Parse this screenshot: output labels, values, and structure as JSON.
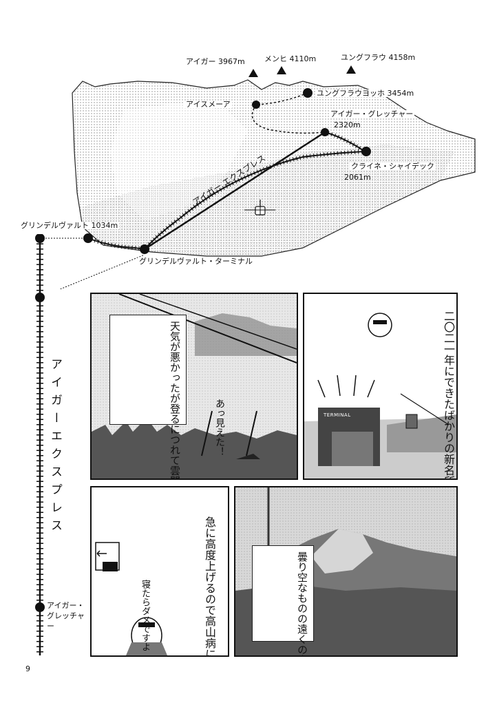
{
  "map": {
    "peaks": [
      {
        "label": "アイガー 3967m"
      },
      {
        "label": "メンヒ 4110m"
      },
      {
        "label": "ユングフラウ 4158m"
      }
    ],
    "stations": {
      "eismeer": "アイスメーア",
      "jungfraujoch": "ユングフラウヨッホ 3454m",
      "eiger_glacier": "アイガー・グレッチャー",
      "eiger_glacier_alt": "2320m",
      "kleine_scheidegg": "クライネ・シャイデック",
      "kleine_scheidegg_alt": "2061m",
      "grindelwald": "グリンデルヴァルト 1034m",
      "grindelwald_terminal": "グリンデルヴァルト・ターミナル"
    },
    "cable_label": "アイガー エクスプレス"
  },
  "side_route": {
    "title": "アイガーエクスプレス",
    "end_label": "アイガー・グレッチャー"
  },
  "panel1": {
    "caption": "天気が悪かったが登るにつれて雲間からアイガーが姿を現す",
    "exclaim": "あっ見えた！"
  },
  "panel2": {
    "speech": "二〇二一年にできたばかりの新名所ですよ～",
    "sign": "TERMINAL"
  },
  "panel3": {
    "speech": "急に高度上げるので高山病に気をつけてくださいね！",
    "aside": "寝たらダメですよ"
  },
  "panel4": {
    "caption": "曇り空なものの遠くの山頂が少し見えた"
  },
  "page_number": "9"
}
